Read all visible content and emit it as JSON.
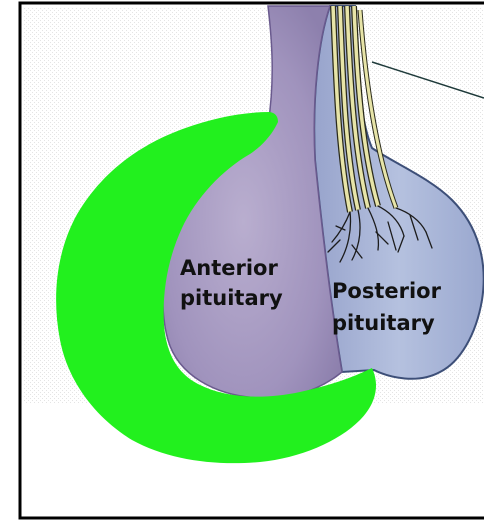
{
  "labels": {
    "anterior_line1": "Anterior",
    "anterior_line2": "pituitary",
    "posterior_line1": "Posterior",
    "posterior_line2": "pituitary"
  },
  "colors": {
    "frame": "#000000",
    "background": "#ffffff",
    "stipple": "#e4e4e4",
    "anterior_fill": "#a79ac1",
    "posterior_fill": "#a9b6d8",
    "posterior_outline": "#3d4f78",
    "nerve_fiber": "#e7e4a8",
    "nerve_outline": "#2a2a1a",
    "highlight": "#22f01e",
    "leader_line": "#1e3a3a",
    "label_text": "#111111"
  }
}
